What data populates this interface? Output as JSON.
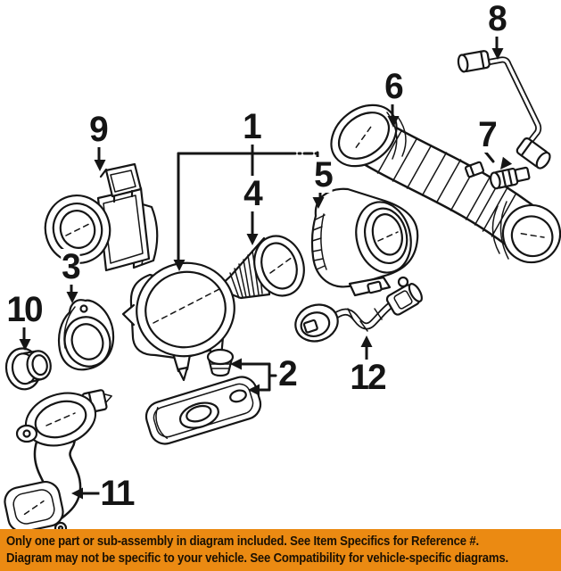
{
  "diagram": {
    "callouts": [
      {
        "number": "1"
      },
      {
        "number": "2"
      },
      {
        "number": "3"
      },
      {
        "number": "4"
      },
      {
        "number": "5"
      },
      {
        "number": "6"
      },
      {
        "number": "7"
      },
      {
        "number": "8"
      },
      {
        "number": "9"
      },
      {
        "number": "10"
      },
      {
        "number": "11"
      },
      {
        "number": "12"
      }
    ]
  },
  "banner": {
    "line1": "Only one part or sub-assembly in diagram included. See Item Specifics for Reference #.",
    "line2": "Diagram may not be specific to your vehicle. See Compatibility for vehicle-specific diagrams.",
    "background_color": "#EB8A12",
    "text_color": "#1A1003"
  },
  "colors": {
    "page_background": "#FFFFFF",
    "line_art": "#151515"
  }
}
